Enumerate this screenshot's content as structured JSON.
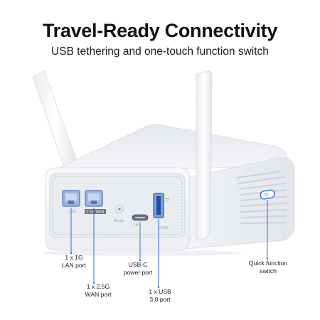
{
  "header": {
    "title": "Travel-Ready Connectivity",
    "subtitle": "USB tethering and one-touch function switch"
  },
  "device": {
    "port_marks": {
      "lan": "LAN",
      "wan": "2.5G WAN",
      "reset": "Reset",
      "power_in": "IN",
      "usb_brand": "SS",
      "usb_rating": "5V/3A"
    }
  },
  "callouts": {
    "lan": {
      "line1": "1 x 1G",
      "line2": "LAN port"
    },
    "wan": {
      "line1": "1 x 2.5G",
      "line2": "WAN port"
    },
    "usbc": {
      "line1": "USB-C",
      "line2": "power port"
    },
    "usb": {
      "line1": "1 x USB",
      "line2": "3.0 port"
    },
    "switch": {
      "line1": "Quick function",
      "line2": "switch"
    }
  },
  "colors": {
    "callout_line": "#2f6fd6",
    "body": "#f3f5f8",
    "panel": "#e7eaee"
  }
}
